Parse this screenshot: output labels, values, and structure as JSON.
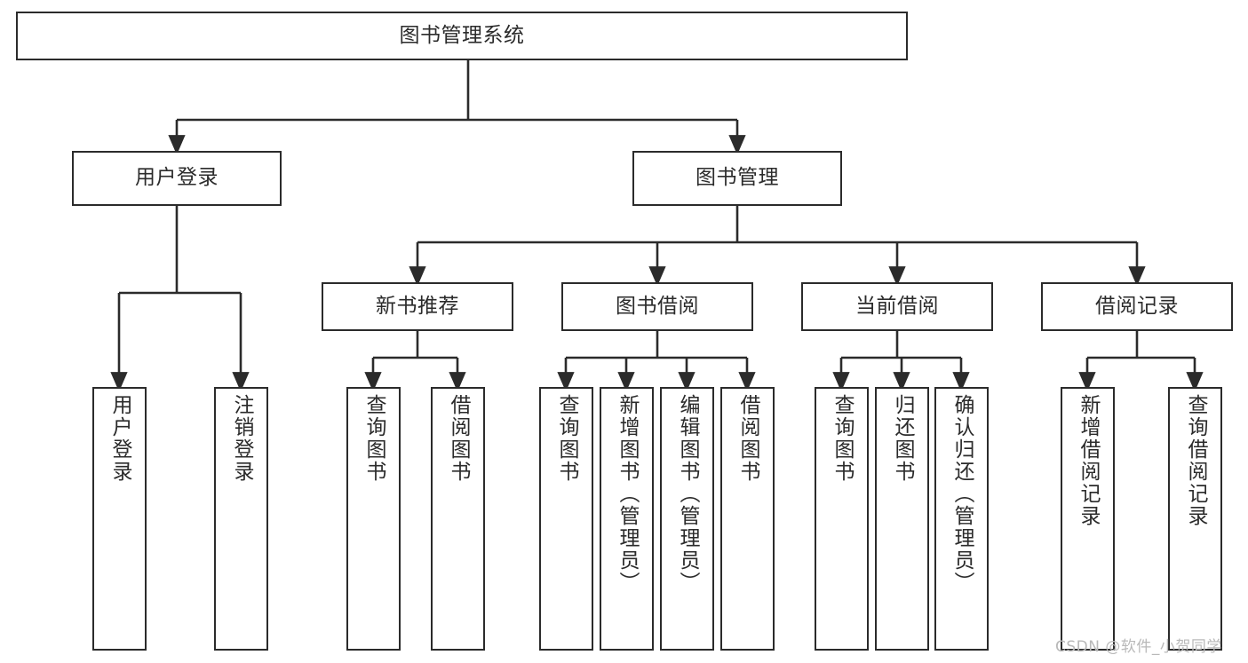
{
  "diagram": {
    "title": "图书管理系统",
    "watermark": "CSDN @软件_小贺同学",
    "stroke_color": "#2b2b2b",
    "fill_color": "#ffffff",
    "watermark_color": "#b9b9b9",
    "root": {
      "label": "图书管理系统"
    },
    "level2": [
      {
        "label": "用户登录"
      },
      {
        "label": "图书管理"
      }
    ],
    "level3": [
      {
        "label": "新书推荐"
      },
      {
        "label": "图书借阅"
      },
      {
        "label": "当前借阅"
      },
      {
        "label": "借阅记录"
      }
    ],
    "leaves": {
      "user_login": [
        {
          "label": "用户登录"
        },
        {
          "label": "注销登录"
        }
      ],
      "new_book_recommend": [
        {
          "label": "查询图书"
        },
        {
          "label": "借阅图书"
        }
      ],
      "book_borrow": [
        {
          "label": "查询图书"
        },
        {
          "label": "新增图书（管理员）"
        },
        {
          "label": "编辑图书（管理员）"
        },
        {
          "label": "借阅图书"
        }
      ],
      "current_borrow": [
        {
          "label": "查询图书"
        },
        {
          "label": "归还图书"
        },
        {
          "label": "确认归还（管理员）"
        }
      ],
      "borrow_record": [
        {
          "label": "新增借阅记录"
        },
        {
          "label": "查询借阅记录"
        }
      ]
    }
  }
}
